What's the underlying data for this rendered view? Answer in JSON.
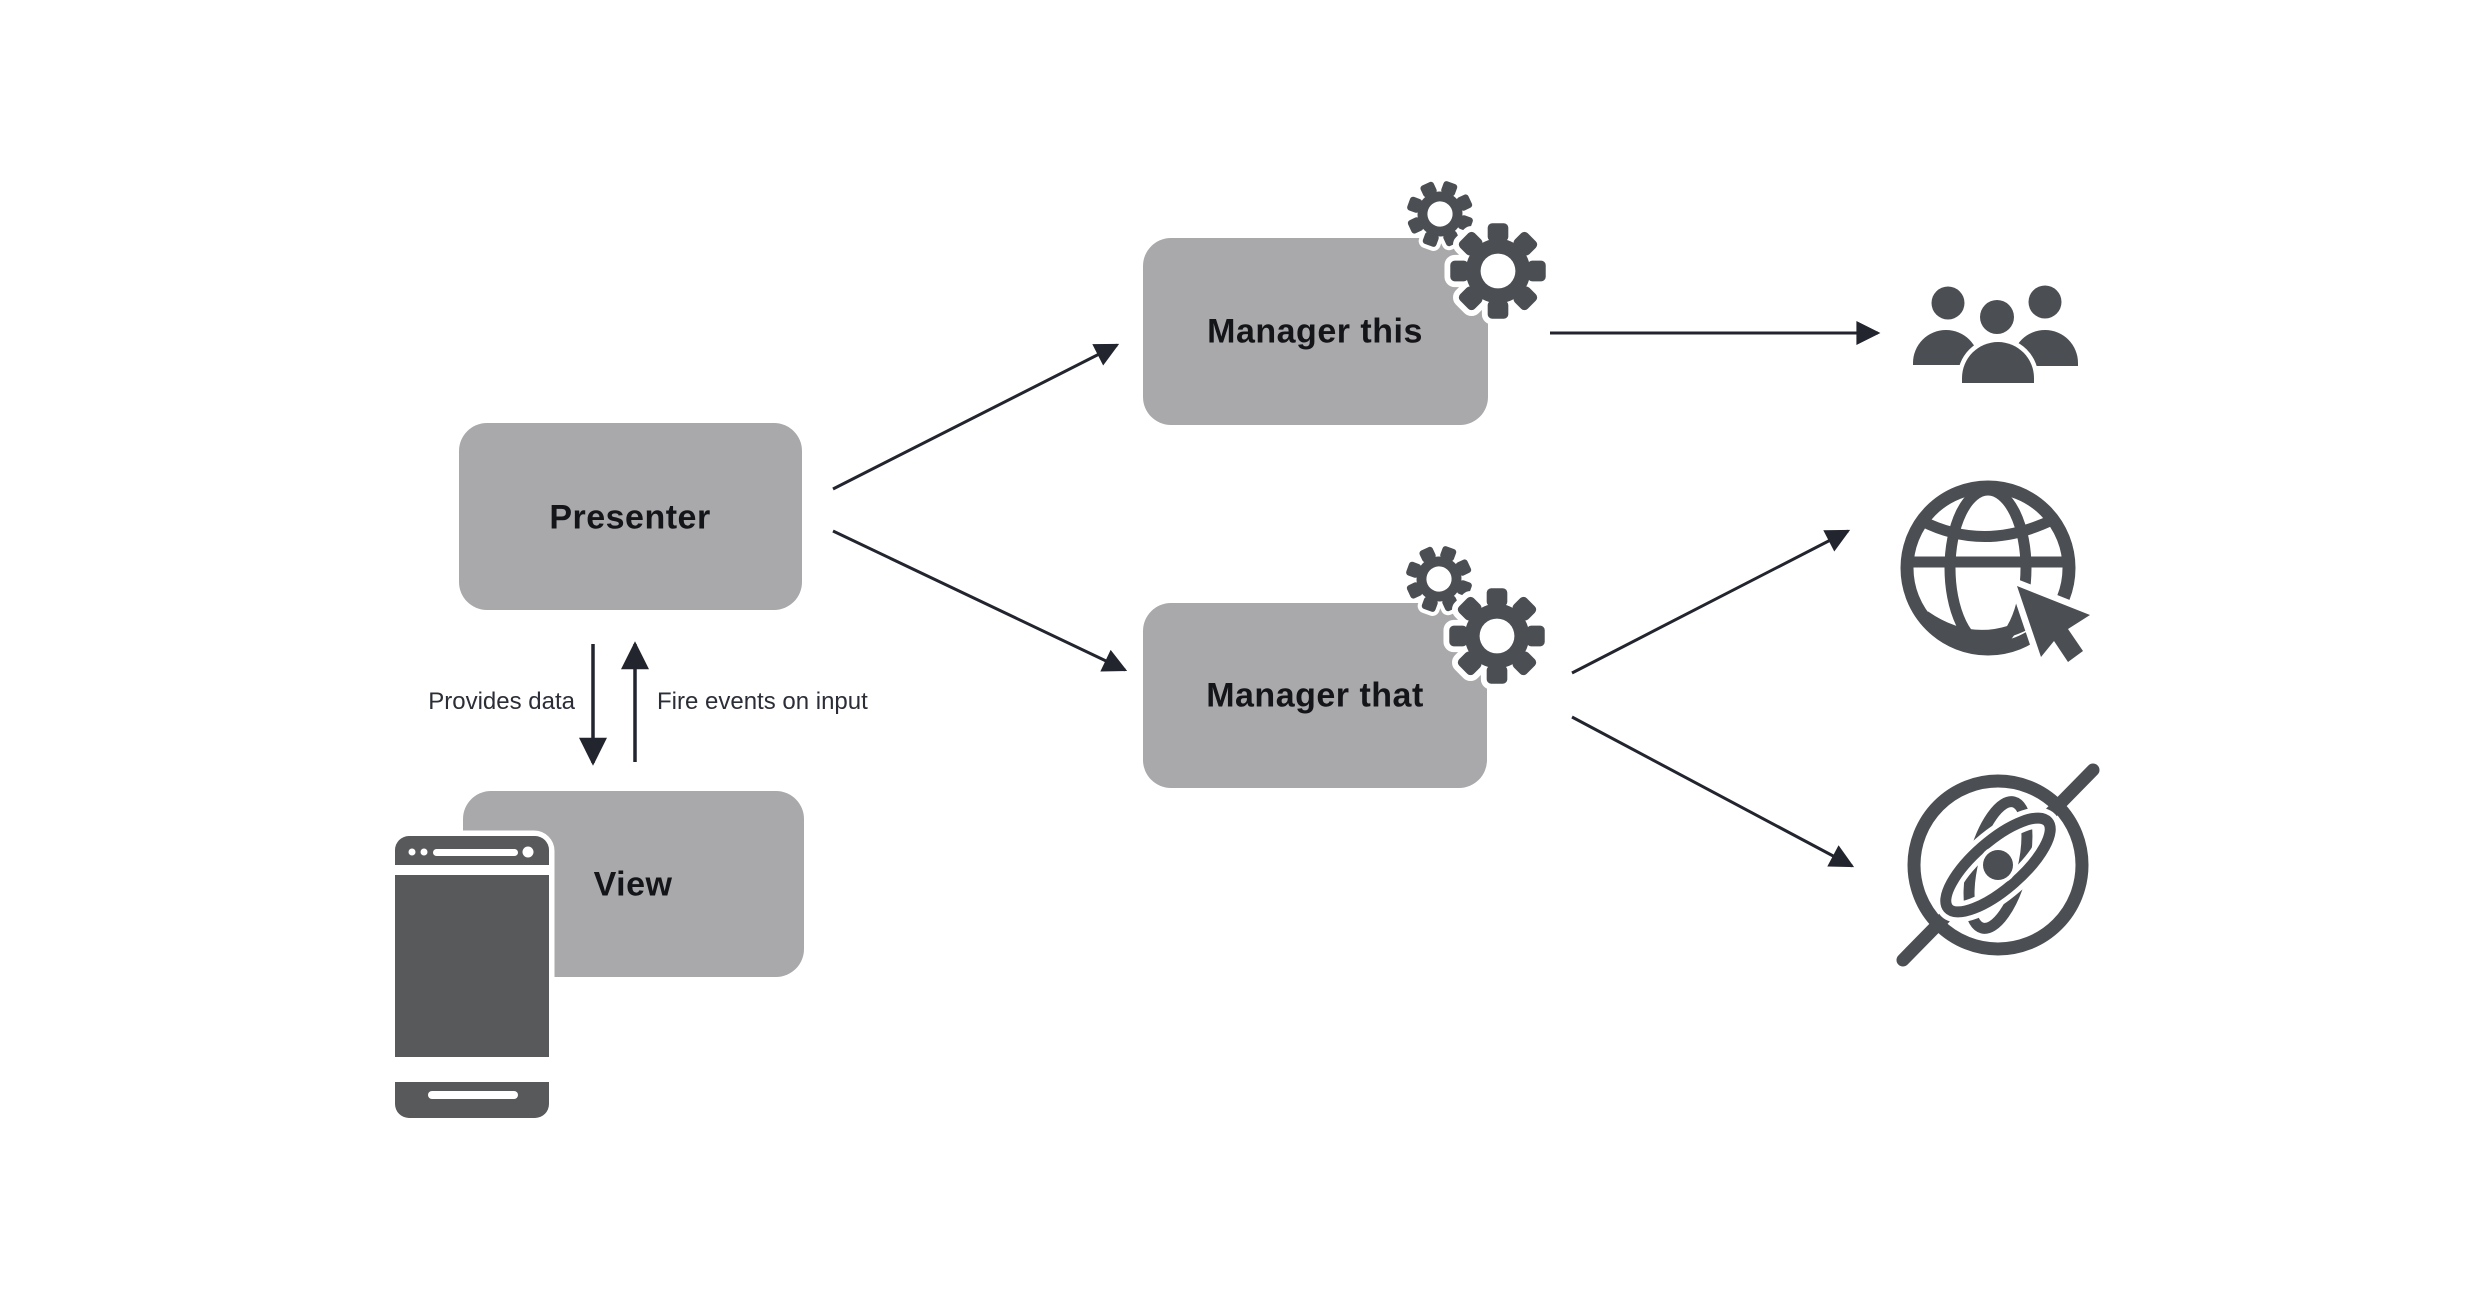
{
  "diagram": {
    "type": "architecture-flow-diagram",
    "pattern": "Model-View-Presenter",
    "background": "#ffffff",
    "colors": {
      "node_fill": "#a9a9ab",
      "node_text": "#141519",
      "edge_text": "#2b2e37",
      "arrow": "#22252e",
      "icon": "#4b4f54",
      "phone": "#58595b"
    },
    "nodes": [
      {
        "id": "presenter",
        "label": "Presenter",
        "icon": null
      },
      {
        "id": "manager-this",
        "label": "Manager this",
        "icon": "gears-icon"
      },
      {
        "id": "manager-that",
        "label": "Manager that",
        "icon": "gears-icon"
      },
      {
        "id": "view",
        "label": "View",
        "icon": "smartphone-icon"
      }
    ],
    "edges": [
      {
        "from": "presenter",
        "to": "manager-this",
        "label": ""
      },
      {
        "from": "presenter",
        "to": "manager-that",
        "label": ""
      },
      {
        "from": "presenter",
        "to": "view",
        "label": "Provides data"
      },
      {
        "from": "view",
        "to": "presenter",
        "label": "Fire events on input"
      },
      {
        "from": "manager-this",
        "to": "users-icon",
        "label": ""
      },
      {
        "from": "manager-that",
        "to": "globe-cursor-icon",
        "label": ""
      },
      {
        "from": "manager-that",
        "to": "atom-icon",
        "label": ""
      }
    ],
    "terminal_icons": [
      "users-icon",
      "globe-cursor-icon",
      "atom-icon"
    ]
  }
}
